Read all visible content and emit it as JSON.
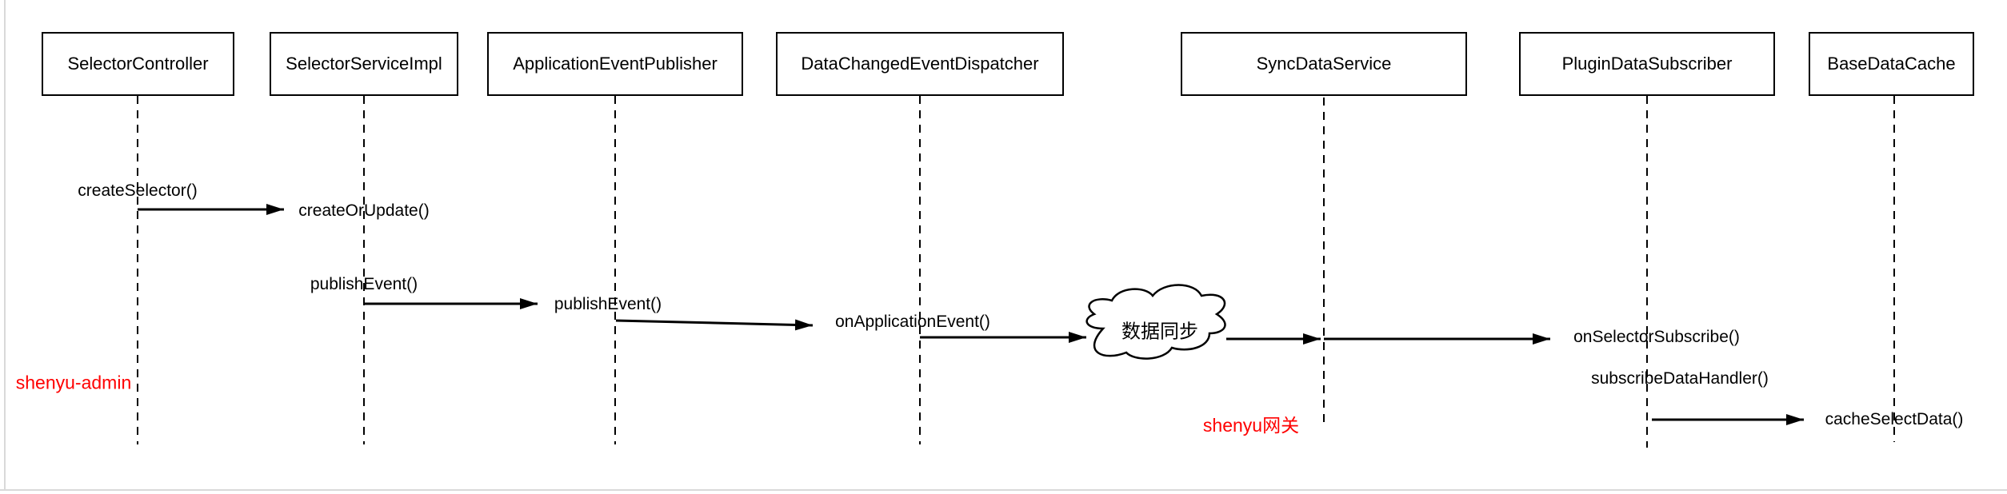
{
  "diagram": {
    "title": "shenyu selector data sync sequence",
    "participants": [
      {
        "label": "SelectorController"
      },
      {
        "label": "SelectorServiceImpl"
      },
      {
        "label": "ApplicationEventPublisher"
      },
      {
        "label": "DataChangedEventDispatcher"
      },
      {
        "label": "SyncDataService"
      },
      {
        "label": "PluginDataSubscriber"
      },
      {
        "label": "BaseDataCache"
      }
    ],
    "messages": [
      {
        "label": "createSelector()"
      },
      {
        "label": "createOrUpdate()"
      },
      {
        "label": "publishEvent()"
      },
      {
        "label": "publishEvent()"
      },
      {
        "label": "onApplicationEvent()"
      },
      {
        "label": "onSelectorSubscribe()"
      },
      {
        "label": "subscribeDataHandler()"
      },
      {
        "label": "cacheSelectData()"
      }
    ],
    "cloud": {
      "label": "数据同步"
    },
    "annotations": [
      {
        "label": "shenyu-admin"
      },
      {
        "label": "shenyu网关"
      }
    ],
    "colors": {
      "line": "#000000",
      "annotation_red": "#ff0000",
      "page_border": "#d9d9d9",
      "background": "#ffffff"
    }
  }
}
